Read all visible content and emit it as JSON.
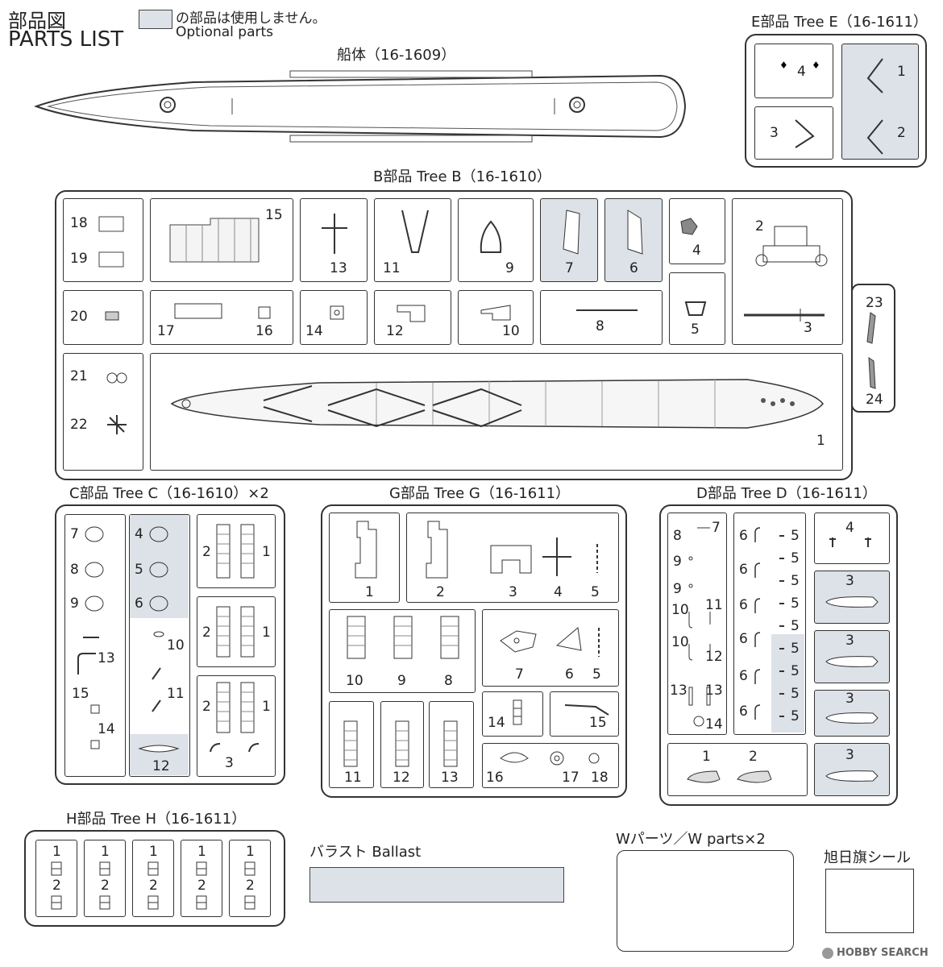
{
  "header": {
    "title_jp": "部品図",
    "title_en": "PARTS LIST",
    "legend_jp": "の部品は使用しません。",
    "legend_en": "Optional parts",
    "legend_color": "#dde1e8"
  },
  "hull": {
    "label": "船体（16-1609）"
  },
  "tree_e": {
    "label": "E部品 Tree E（16-1611）",
    "nums": [
      "4",
      "1",
      "3",
      "2"
    ]
  },
  "tree_b": {
    "label": "B部品 Tree B（16-1610）",
    "nums": [
      "18",
      "19",
      "15",
      "13",
      "11",
      "9",
      "7",
      "6",
      "4",
      "2",
      "20",
      "17",
      "16",
      "14",
      "12",
      "10",
      "8",
      "5",
      "3",
      "23",
      "24",
      "21",
      "22",
      "1"
    ]
  },
  "tree_c": {
    "label": "C部品 Tree C（16-1610）×2",
    "nums": [
      "7",
      "8",
      "9",
      "4",
      "5",
      "6",
      "13",
      "15",
      "14",
      "10",
      "11",
      "12",
      "2",
      "1",
      "2",
      "1",
      "2",
      "1",
      "3"
    ]
  },
  "tree_g": {
    "label": "G部品 Tree G（16-1611）",
    "nums": [
      "1",
      "2",
      "3",
      "4",
      "5",
      "10",
      "9",
      "8",
      "7",
      "6",
      "5",
      "14",
      "15",
      "11",
      "12",
      "13",
      "16",
      "17",
      "18"
    ]
  },
  "tree_d": {
    "label": "D部品 Tree D（16-1611）",
    "nums": [
      "8",
      "7",
      "9",
      "9",
      "10",
      "11",
      "10",
      "12",
      "13",
      "13",
      "14",
      "6",
      "5",
      "6",
      "5",
      "6",
      "5",
      "6",
      "5",
      "5",
      "6",
      "5",
      "5",
      "6",
      "5",
      "5",
      "6",
      "5",
      "4",
      "3",
      "3",
      "3",
      "3",
      "1",
      "2"
    ]
  },
  "tree_h": {
    "label": "H部品 Tree H（16-1611）",
    "nums": [
      "1",
      "2"
    ]
  },
  "ballast": {
    "label": "バラスト Ballast"
  },
  "w_parts": {
    "label": "Wパーツ／W parts×2"
  },
  "flag_seal": {
    "label": "旭日旗シール"
  },
  "watermark": {
    "text": "HOBBY SEARCH"
  }
}
